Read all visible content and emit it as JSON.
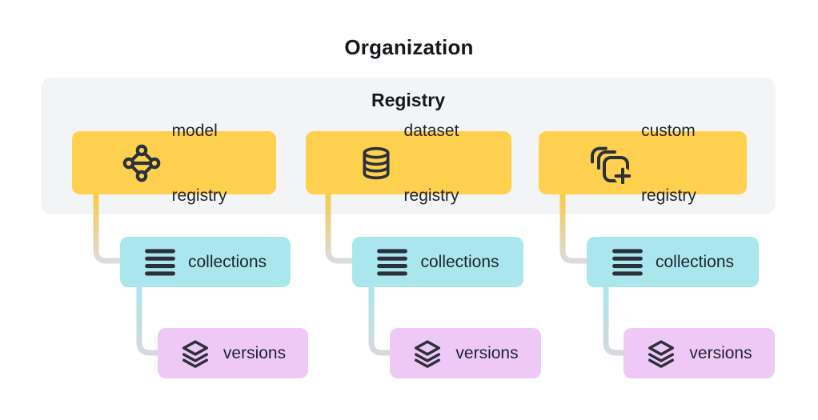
{
  "title": "Organization",
  "registry_group": {
    "label": "Registry"
  },
  "columns": [
    {
      "registry": {
        "icon": "model-graph-icon",
        "lines": [
          "model",
          "registry"
        ]
      },
      "collections": {
        "icon": "list-lines-icon",
        "label": "collections"
      },
      "versions": {
        "icon": "layers-stack-icon",
        "label": "versions"
      }
    },
    {
      "registry": {
        "icon": "database-icon",
        "lines": [
          "dataset",
          "registry"
        ]
      },
      "collections": {
        "icon": "list-lines-icon",
        "label": "collections"
      },
      "versions": {
        "icon": "layers-stack-icon",
        "label": "versions"
      }
    },
    {
      "registry": {
        "icon": "copy-add-icon",
        "lines": [
          "custom",
          "registry"
        ]
      },
      "collections": {
        "icon": "list-lines-icon",
        "label": "collections"
      },
      "versions": {
        "icon": "layers-stack-icon",
        "label": "versions"
      }
    }
  ],
  "colors": {
    "registry_box": "#ffd04e",
    "collections_box": "#a9e7ed",
    "versions_box": "#efc9f5",
    "group_background": "#f3f4f6",
    "text": "#1f242b",
    "icon_stroke": "#2b313b",
    "connector_gray": "#d6d9dd",
    "connector_yellow": "#f8cb45",
    "connector_cyan": "#a9e7ed"
  }
}
